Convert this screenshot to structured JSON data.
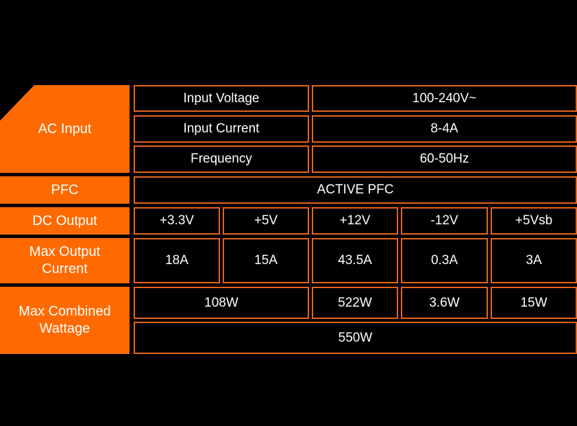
{
  "colors": {
    "accent": "#ff6a00",
    "border": "#e8651c",
    "background": "#000000",
    "text": "#ffffff"
  },
  "ac_input": {
    "header": "AC Input",
    "rows": [
      {
        "label": "Input Voltage",
        "value": "100-240V~"
      },
      {
        "label": "Input Current",
        "value": "8-4A"
      },
      {
        "label": "Frequency",
        "value": "60-50Hz"
      }
    ]
  },
  "pfc": {
    "header": "PFC",
    "value": "ACTIVE PFC"
  },
  "dc_output": {
    "header": "DC Output",
    "rails": [
      "+3.3V",
      "+5V",
      "+12V",
      "-12V",
      "+5Vsb"
    ]
  },
  "max_output_current": {
    "header": "Max Output\nCurrent",
    "values": [
      "18A",
      "15A",
      "43.5A",
      "0.3A",
      "3A"
    ]
  },
  "max_combined_wattage": {
    "header": "Max Combined\nWattage",
    "values": [
      "108W",
      "522W",
      "3.6W",
      "15W"
    ],
    "total": "550W"
  }
}
